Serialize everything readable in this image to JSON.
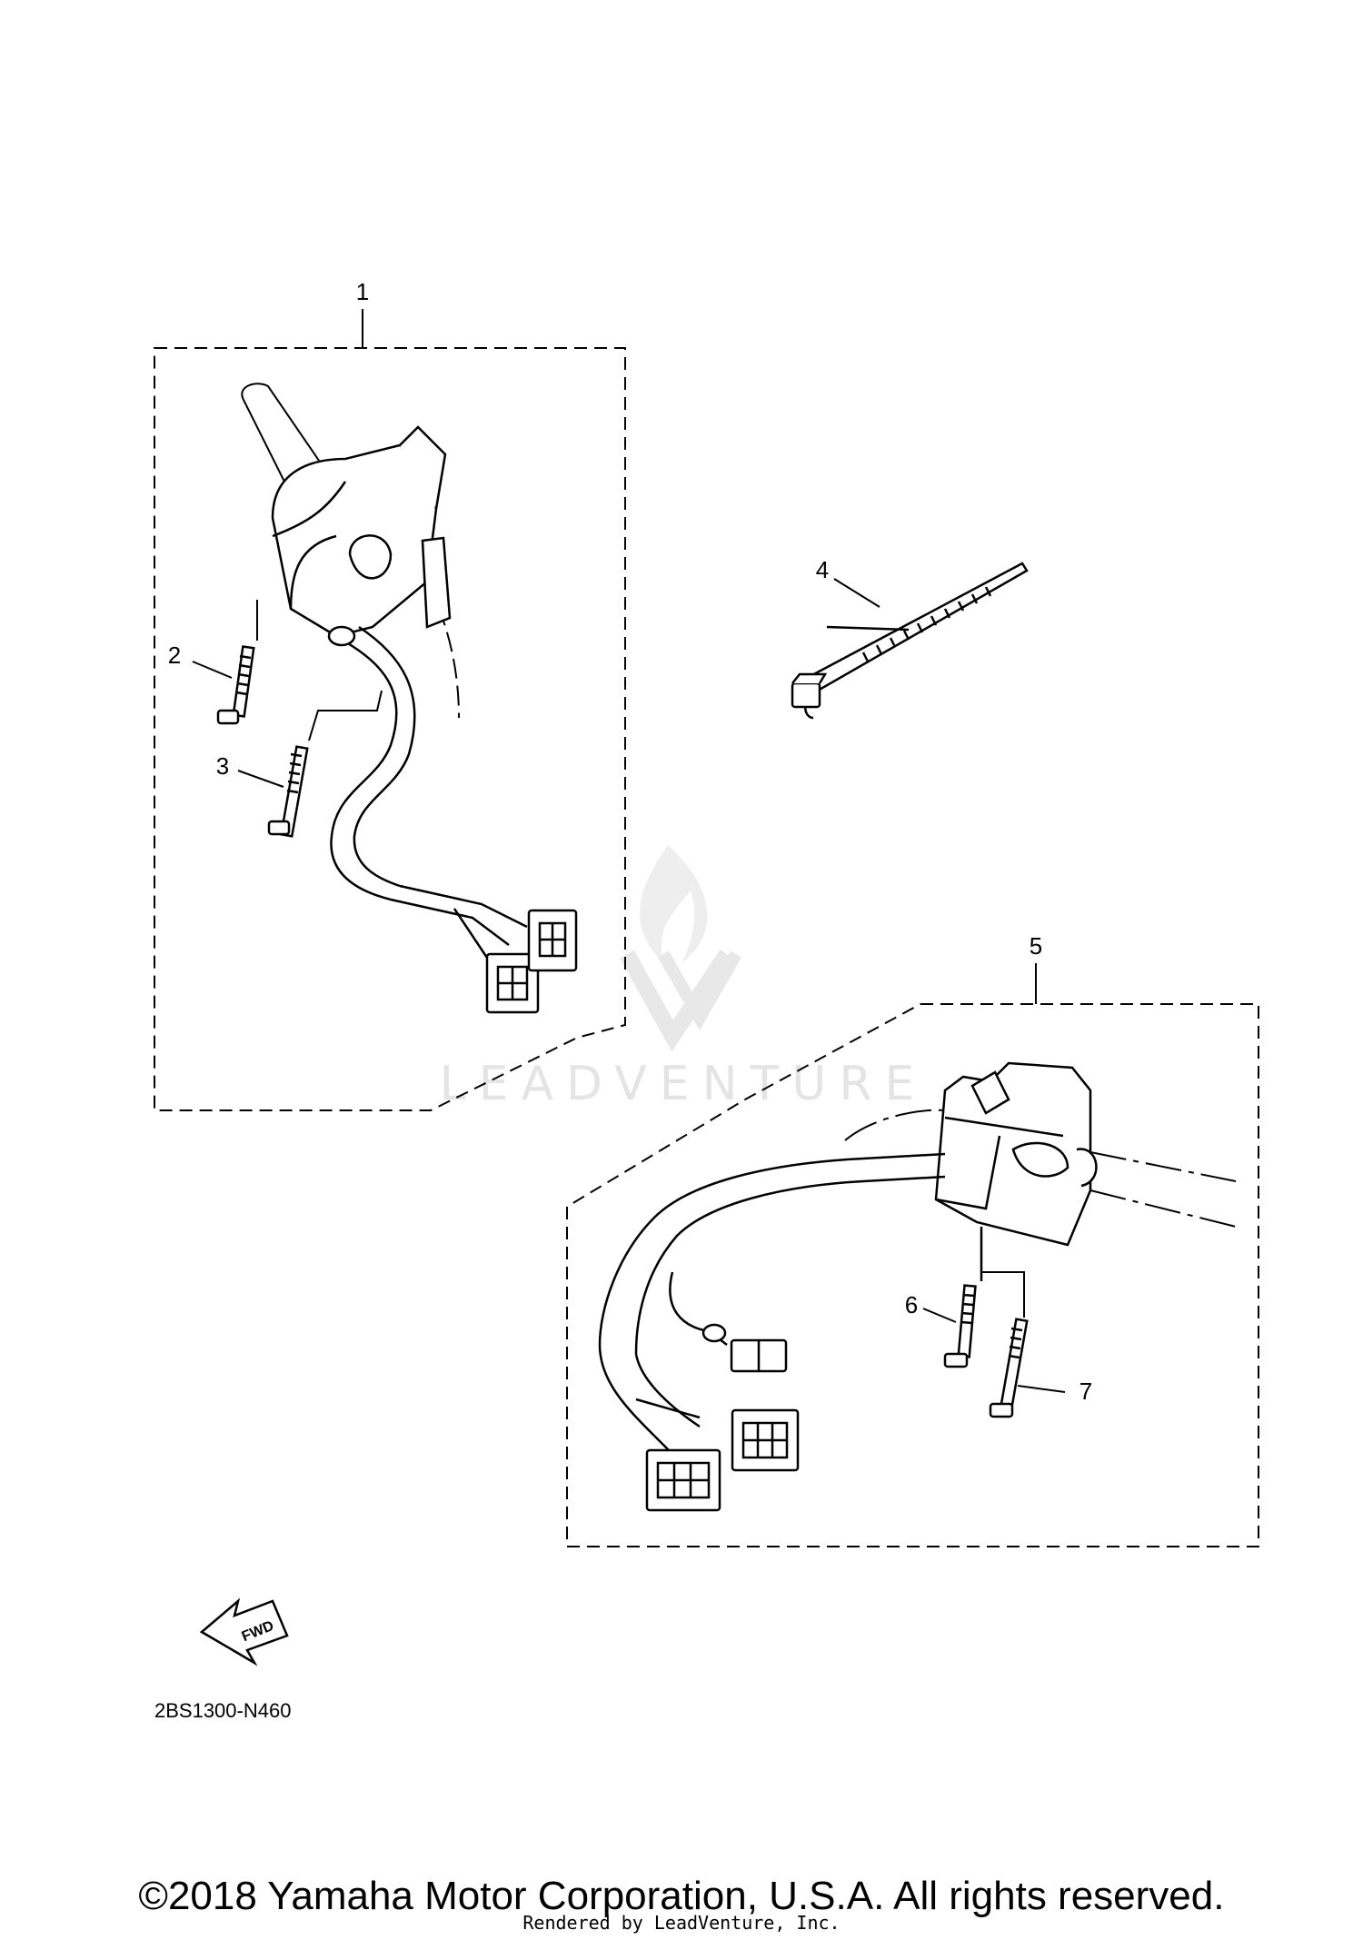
{
  "parts": {
    "p1": "1",
    "p2": "2",
    "p3": "3",
    "p4": "4",
    "p5": "5",
    "p6": "6",
    "p7": "7"
  },
  "diagram_code": "2BS1300-N460",
  "fwd_label": "FWD",
  "watermark": "LEADVENTURE",
  "copyright": "©2018 Yamaha Motor Corporation, U.S.A. All rights reserved.",
  "rendered_by": "Rendered by LeadVenture, Inc."
}
